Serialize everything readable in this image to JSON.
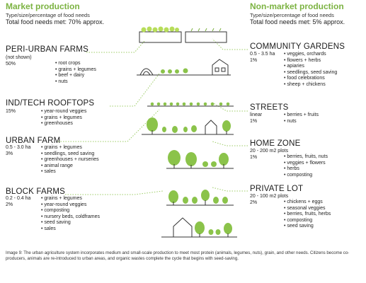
{
  "market": {
    "title": "Market production",
    "subtitle": "Type/size/percentage of food needs",
    "needs": "Total food needs met: 70% approx.",
    "sections": [
      {
        "title": "PERI-URBAN FARMS",
        "meta": [
          "(not shown)",
          "50%"
        ],
        "items": [
          "root crops",
          "grains + legumes",
          "beef + dairy",
          "nuts"
        ]
      },
      {
        "title": "IND/TECH ROOFTOPS",
        "meta": [
          "15%"
        ],
        "items": [
          "year-round veggies",
          "grains + legumes",
          "greenhouses"
        ]
      },
      {
        "title": "URBAN FARM",
        "meta": [
          "0.5 - 3.0 ha",
          "3%"
        ],
        "items": [
          "grains + legumes",
          "seedlings, seed saving",
          "greenhouses + nurseries",
          "animal range",
          "sales"
        ]
      },
      {
        "title": "BLOCK FARMS",
        "meta": [
          "0.2 - 0.4 ha",
          "2%"
        ],
        "items": [
          "grains + legumes",
          "year-round veggies",
          "composting",
          "nursery beds, coldframes",
          "seed saving",
          "sales"
        ]
      }
    ]
  },
  "nonmarket": {
    "title": "Non-market production",
    "subtitle": "Type/size/percentage of food needs",
    "needs": "Total food needs met: 5% approx.",
    "sections": [
      {
        "title": "COMMUNITY GARDENS",
        "meta": [
          "0.5 - 3.5 ha",
          "1%"
        ],
        "items": [
          "veggies, orchards",
          "flowers + herbs",
          "apiaries",
          "seedlings, seed saving",
          "food celebrations",
          "sheep + chickens"
        ]
      },
      {
        "title": "STREETS",
        "meta": [
          "linear",
          "1%"
        ],
        "items": [
          "berries + fruits",
          "nuts"
        ]
      },
      {
        "title": "HOME ZONE",
        "meta": [
          "20 - 200 m2 plots",
          "1%"
        ],
        "items": [
          "berries, fruits, nuts",
          "veggies + flowers",
          "herbs",
          "composting"
        ]
      },
      {
        "title": "PRIVATE LOT",
        "meta": [
          "20 - 100 m2 plots",
          "2%"
        ],
        "items": [
          "chickens + eggs",
          "seasonal veggies",
          "berries, fruits, herbs",
          "composting",
          "seed saving"
        ]
      }
    ]
  },
  "caption": "Image 9: The urban agriculture system incorporates medium and small-scale production to meet most protein (animals, legumes, nuts), grain, and other needs.  Citizens become co-producers, animals are re-introduced to urban areas, and organic wastes complete the cycle that begins with seed-saving.",
  "colors": {
    "accent": "#7cb342",
    "leader": "#9ccc65",
    "tree": "#8bc34a",
    "text": "#222222"
  }
}
